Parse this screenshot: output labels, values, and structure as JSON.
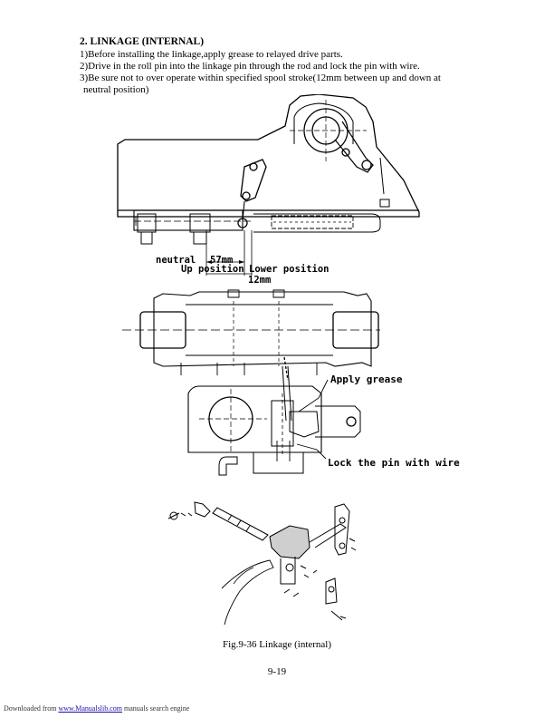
{
  "section": {
    "heading": "2. LINKAGE (INTERNAL)",
    "steps": [
      "1)Before installing the linkage,apply grease to relayed drive parts.",
      "2)Drive in the roll pin into the linkage pin through the rod and lock the pin with wire.",
      "3)Be sure not to over operate within specified spool stroke(12mm between up and down at",
      "neutral position)"
    ]
  },
  "figure": {
    "labels": {
      "neutral": "neutral",
      "dim_57": "57mm",
      "up_position": "Up position",
      "lower_position": "Lower position",
      "dim_12": "12mm",
      "apply_grease": "Apply grease",
      "lock_pin": "Lock the pin with wire"
    },
    "caption": "Fig.9-36 Linkage (internal)"
  },
  "page_number": "9-19",
  "footer": {
    "prefix": "Downloaded from ",
    "link": "www.Manualslib.com",
    "suffix": " manuals search engine"
  }
}
